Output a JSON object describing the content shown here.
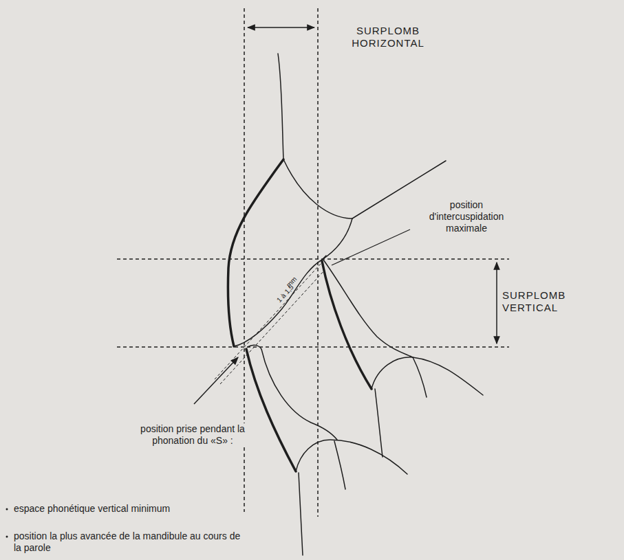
{
  "diagram": {
    "labels": [
      "SURPLOMB HORIZONTAL",
      "position d'intercuspidation maximale",
      "SURPLOMB VERTICAL",
      "mm",
      "1 à 1,5",
      "position prise pendant la phonation du «S» :",
      "espace phonétique vertical minimum",
      "position la plus avancée de la mandibule au cours de la parole"
    ]
  }
}
